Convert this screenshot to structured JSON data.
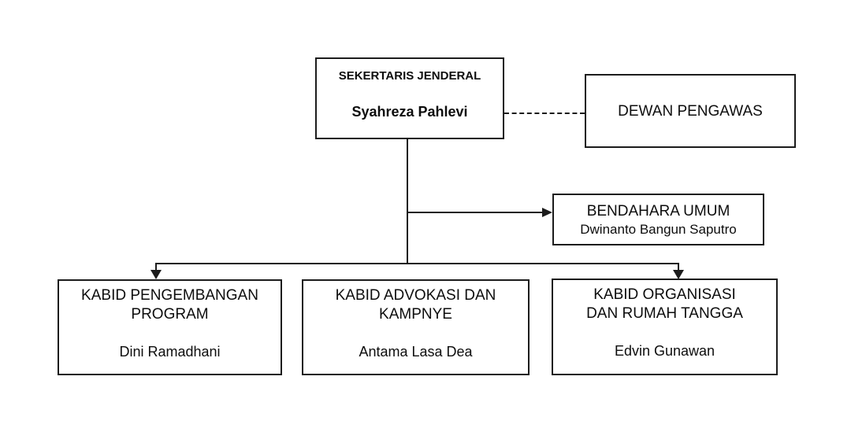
{
  "colors": {
    "background": "#ffffff",
    "line": "#1c1c1c",
    "text": "#0d0d0d",
    "box_background": "#ffffff"
  },
  "nodes": {
    "sekjen": {
      "role": "SEKERTARIS JENDERAL",
      "name": "Syahreza Pahlevi"
    },
    "dewan": {
      "role": "DEWAN PENGAWAS"
    },
    "bendahara": {
      "role": "BENDAHARA UMUM",
      "name": "Dwinanto Bangun Saputro"
    },
    "kabid_program": {
      "role_lines": [
        "KABID PENGEMBANGAN",
        "PROGRAM"
      ],
      "name": "Dini Ramadhani"
    },
    "kabid_advokasi": {
      "role_lines": [
        "KABID ADVOKASI DAN",
        "KAMPNYE"
      ],
      "name": "Antama Lasa Dea"
    },
    "kabid_organisasi": {
      "role_lines": [
        "KABID ORGANISASI",
        "DAN RUMAH TANGGA"
      ],
      "name": "Edvin Gunawan"
    }
  }
}
